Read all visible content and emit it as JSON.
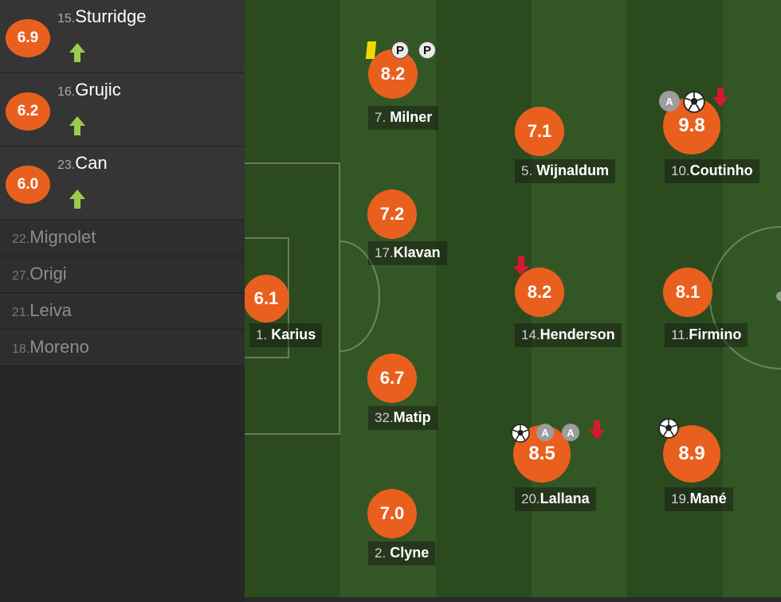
{
  "subs": [
    {
      "rating": "6.9",
      "number": "15.",
      "name": "Sturridge"
    },
    {
      "rating": "6.2",
      "number": "16.",
      "name": "Grujic"
    },
    {
      "rating": "6.0",
      "number": "23.",
      "name": "Can"
    }
  ],
  "bench": [
    {
      "number": "22.",
      "name": "Mignolet"
    },
    {
      "number": "27.",
      "name": "Origi"
    },
    {
      "number": "21.",
      "name": "Leiva"
    },
    {
      "number": "18.",
      "name": "Moreno"
    }
  ],
  "players": {
    "karius": {
      "rating": "6.1",
      "number": "1.",
      "name": "Karius"
    },
    "milner": {
      "rating": "8.2",
      "number": "7.",
      "name": "Milner"
    },
    "klavan": {
      "rating": "7.2",
      "number": "17.",
      "name": "Klavan"
    },
    "matip": {
      "rating": "6.7",
      "number": "32.",
      "name": "Matip"
    },
    "clyne": {
      "rating": "7.0",
      "number": "2.",
      "name": "Clyne"
    },
    "wijnaldum": {
      "rating": "7.1",
      "number": "5.",
      "name": "Wijnaldum"
    },
    "henderson": {
      "rating": "8.2",
      "number": "14.",
      "name": "Henderson"
    },
    "lallana": {
      "rating": "8.5",
      "number": "20.",
      "name": "Lallana"
    },
    "coutinho": {
      "rating": "9.8",
      "number": "10.",
      "name": "Coutinho"
    },
    "firmino": {
      "rating": "8.1",
      "number": "11.",
      "name": "Firmino"
    },
    "mane": {
      "rating": "8.9",
      "number": "19.",
      "name": "Mané"
    }
  },
  "badges": {
    "assist": "A",
    "penalty": "P"
  },
  "icons": {
    "sub_in": "arrow-up-icon",
    "sub_out": "arrow-down-icon",
    "goal": "soccer-ball-icon",
    "yellow": "yellow-card-icon"
  },
  "colors": {
    "rating": "#e9601e",
    "sub_in": "#9acd4a",
    "sub_out": "#d8182f",
    "pitch_dark": "#2b4b1e",
    "pitch_light": "#335724"
  }
}
